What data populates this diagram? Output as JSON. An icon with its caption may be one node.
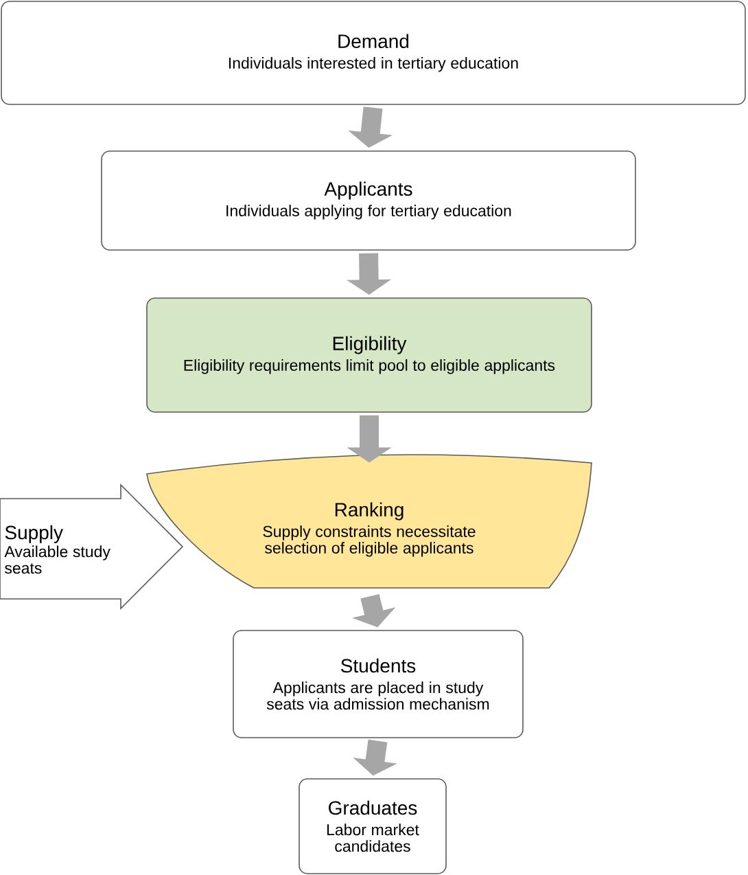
{
  "diagram": {
    "nodes": [
      {
        "text": [
          "Demand",
          "Individuals interested in tertiary education"
        ]
      },
      {
        "text": [
          "Applicants",
          "Individuals applying for tertiary education"
        ]
      },
      {
        "text": [
          "Eligibility",
          "Eligibility requirements limit pool to eligible applicants"
        ]
      },
      {
        "text": [
          "Ranking",
          "Supply constraints necessitate selection of eligible applicants"
        ]
      },
      {
        "text": [
          "Supply",
          "Available study seats"
        ]
      },
      {
        "text": [
          "Students",
          "Applicants are placed in study seats via admission mechanism"
        ]
      },
      {
        "text": [
          "Graduates",
          "Labor market candidates"
        ]
      }
    ],
    "edges": [
      {
        "from": 0,
        "to": 1,
        "arrow": "to"
      },
      {
        "from": 1,
        "to": 2,
        "arrow": "to"
      },
      {
        "from": 2,
        "to": 3,
        "arrow": "to"
      },
      {
        "from": 3,
        "to": 5,
        "arrow": "to"
      },
      {
        "from": 5,
        "to": 6,
        "arrow": "to"
      }
    ]
  }
}
